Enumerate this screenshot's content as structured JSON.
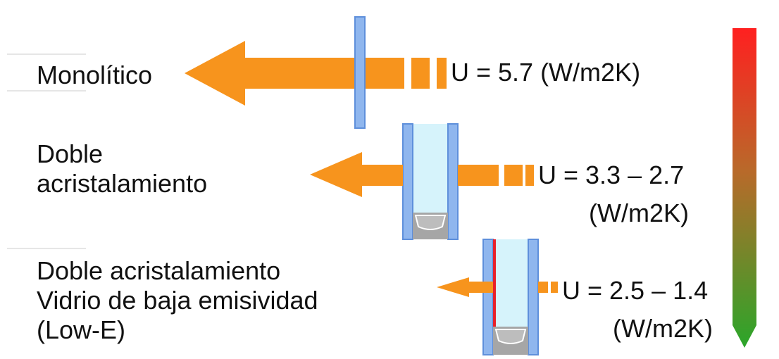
{
  "rows": [
    {
      "label_lines": [
        "Monolítico"
      ],
      "u_value": "U = 5.7 (W/m2K)",
      "u_unit": ""
    },
    {
      "label_lines": [
        "Doble",
        "acristalamiento"
      ],
      "u_value": "U = 3.3 – 2.7",
      "u_unit": "(W/m2K)"
    },
    {
      "label_lines": [
        "Doble acristalamiento",
        "Vidrio de baja emisividad",
        "(Low-E)"
      ],
      "u_value": "U = 2.5 – 1.4",
      "u_unit": "(W/m2K)"
    }
  ],
  "colors": {
    "arrow": "#f7941d",
    "glass_edge": "#7aa7e6",
    "glass_fill": "#d6f3fb",
    "lowe_coating": "#e8202a",
    "spacer": "#9c9c9c",
    "scale_top": "#ff2020",
    "scale_bottom": "#2aa62a"
  }
}
